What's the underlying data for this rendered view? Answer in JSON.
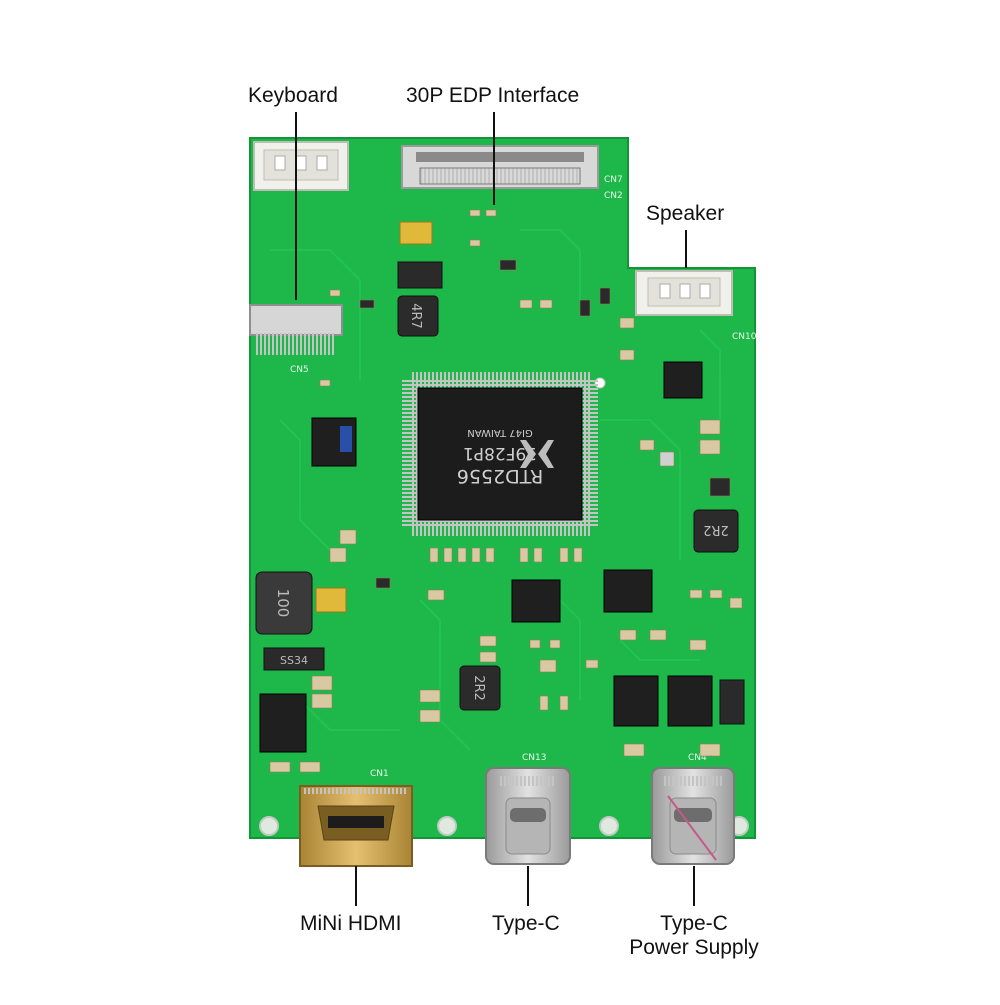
{
  "labels": {
    "keyboard": "Keyboard",
    "edp_interface": "30P EDP Interface",
    "speaker": "Speaker",
    "mini_hdmi": "MiNi HDMI",
    "type_c": "Type-C",
    "type_c_power_line1": "Type-C",
    "type_c_power_line2": "Power Supply"
  },
  "board_markings": {
    "main_chip_line1": "RTD2556",
    "main_chip_line2": "19F28P1",
    "main_chip_line3": "GI47 TAIWAN",
    "inductor_4r7": "4R7",
    "inductor_2r2_right": "2R2",
    "inductor_2r2_mid": "2R2",
    "inductor_100": "100",
    "diode_ss34": "SS34",
    "cn1": "CN1",
    "cn4": "CN4",
    "cn5": "CN5",
    "cn7": "CN7",
    "cn2": "CN2",
    "cn10": "CN10",
    "cn13": "CN13"
  },
  "colors": {
    "pcb": "#1eb84a",
    "pcb_dark": "#169a3c",
    "chip": "#1c1c1c",
    "chip_text": "#d0d0d0",
    "silkscreen": "#e8f5ea",
    "connector_white": "#f1f1ec",
    "usb_metal": "#c9c9c9",
    "hdmi_gold": "#c9a24a",
    "pin_silver": "#bfbfbf",
    "leader_line": "#111111"
  }
}
